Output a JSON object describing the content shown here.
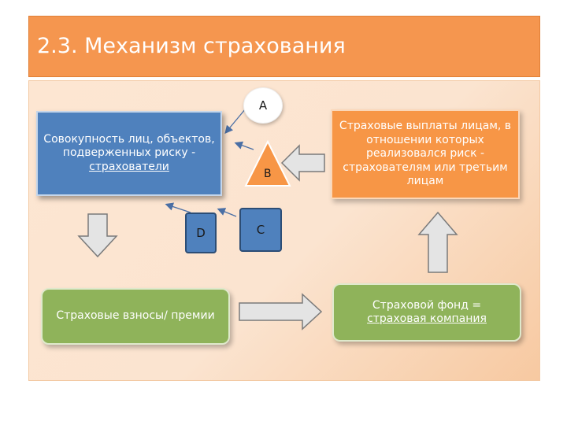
{
  "title": "2.3. Механизм страхования",
  "boxes": {
    "insured": {
      "line1": "Совокупность лиц, объектов,",
      "line2": "подверженных риску -",
      "line3": "страхователи"
    },
    "payments": {
      "line1": "Страховые выплаты лицам, в",
      "line2": "отношении которых",
      "line3": "реализовался риск -",
      "line4": "страхователям или третьим",
      "line5": "лицам"
    },
    "premiums": "Страховые взносы/ премии",
    "fund": {
      "line1": "Страховой фонд =",
      "line2": "страховая компания"
    }
  },
  "labels": {
    "a": "A",
    "b": "B",
    "c": "C",
    "d": "D"
  },
  "colors": {
    "title_bg": "#f5964f",
    "blue": "#4f81bd",
    "orange": "#f79646",
    "green": "#8fb35a"
  }
}
